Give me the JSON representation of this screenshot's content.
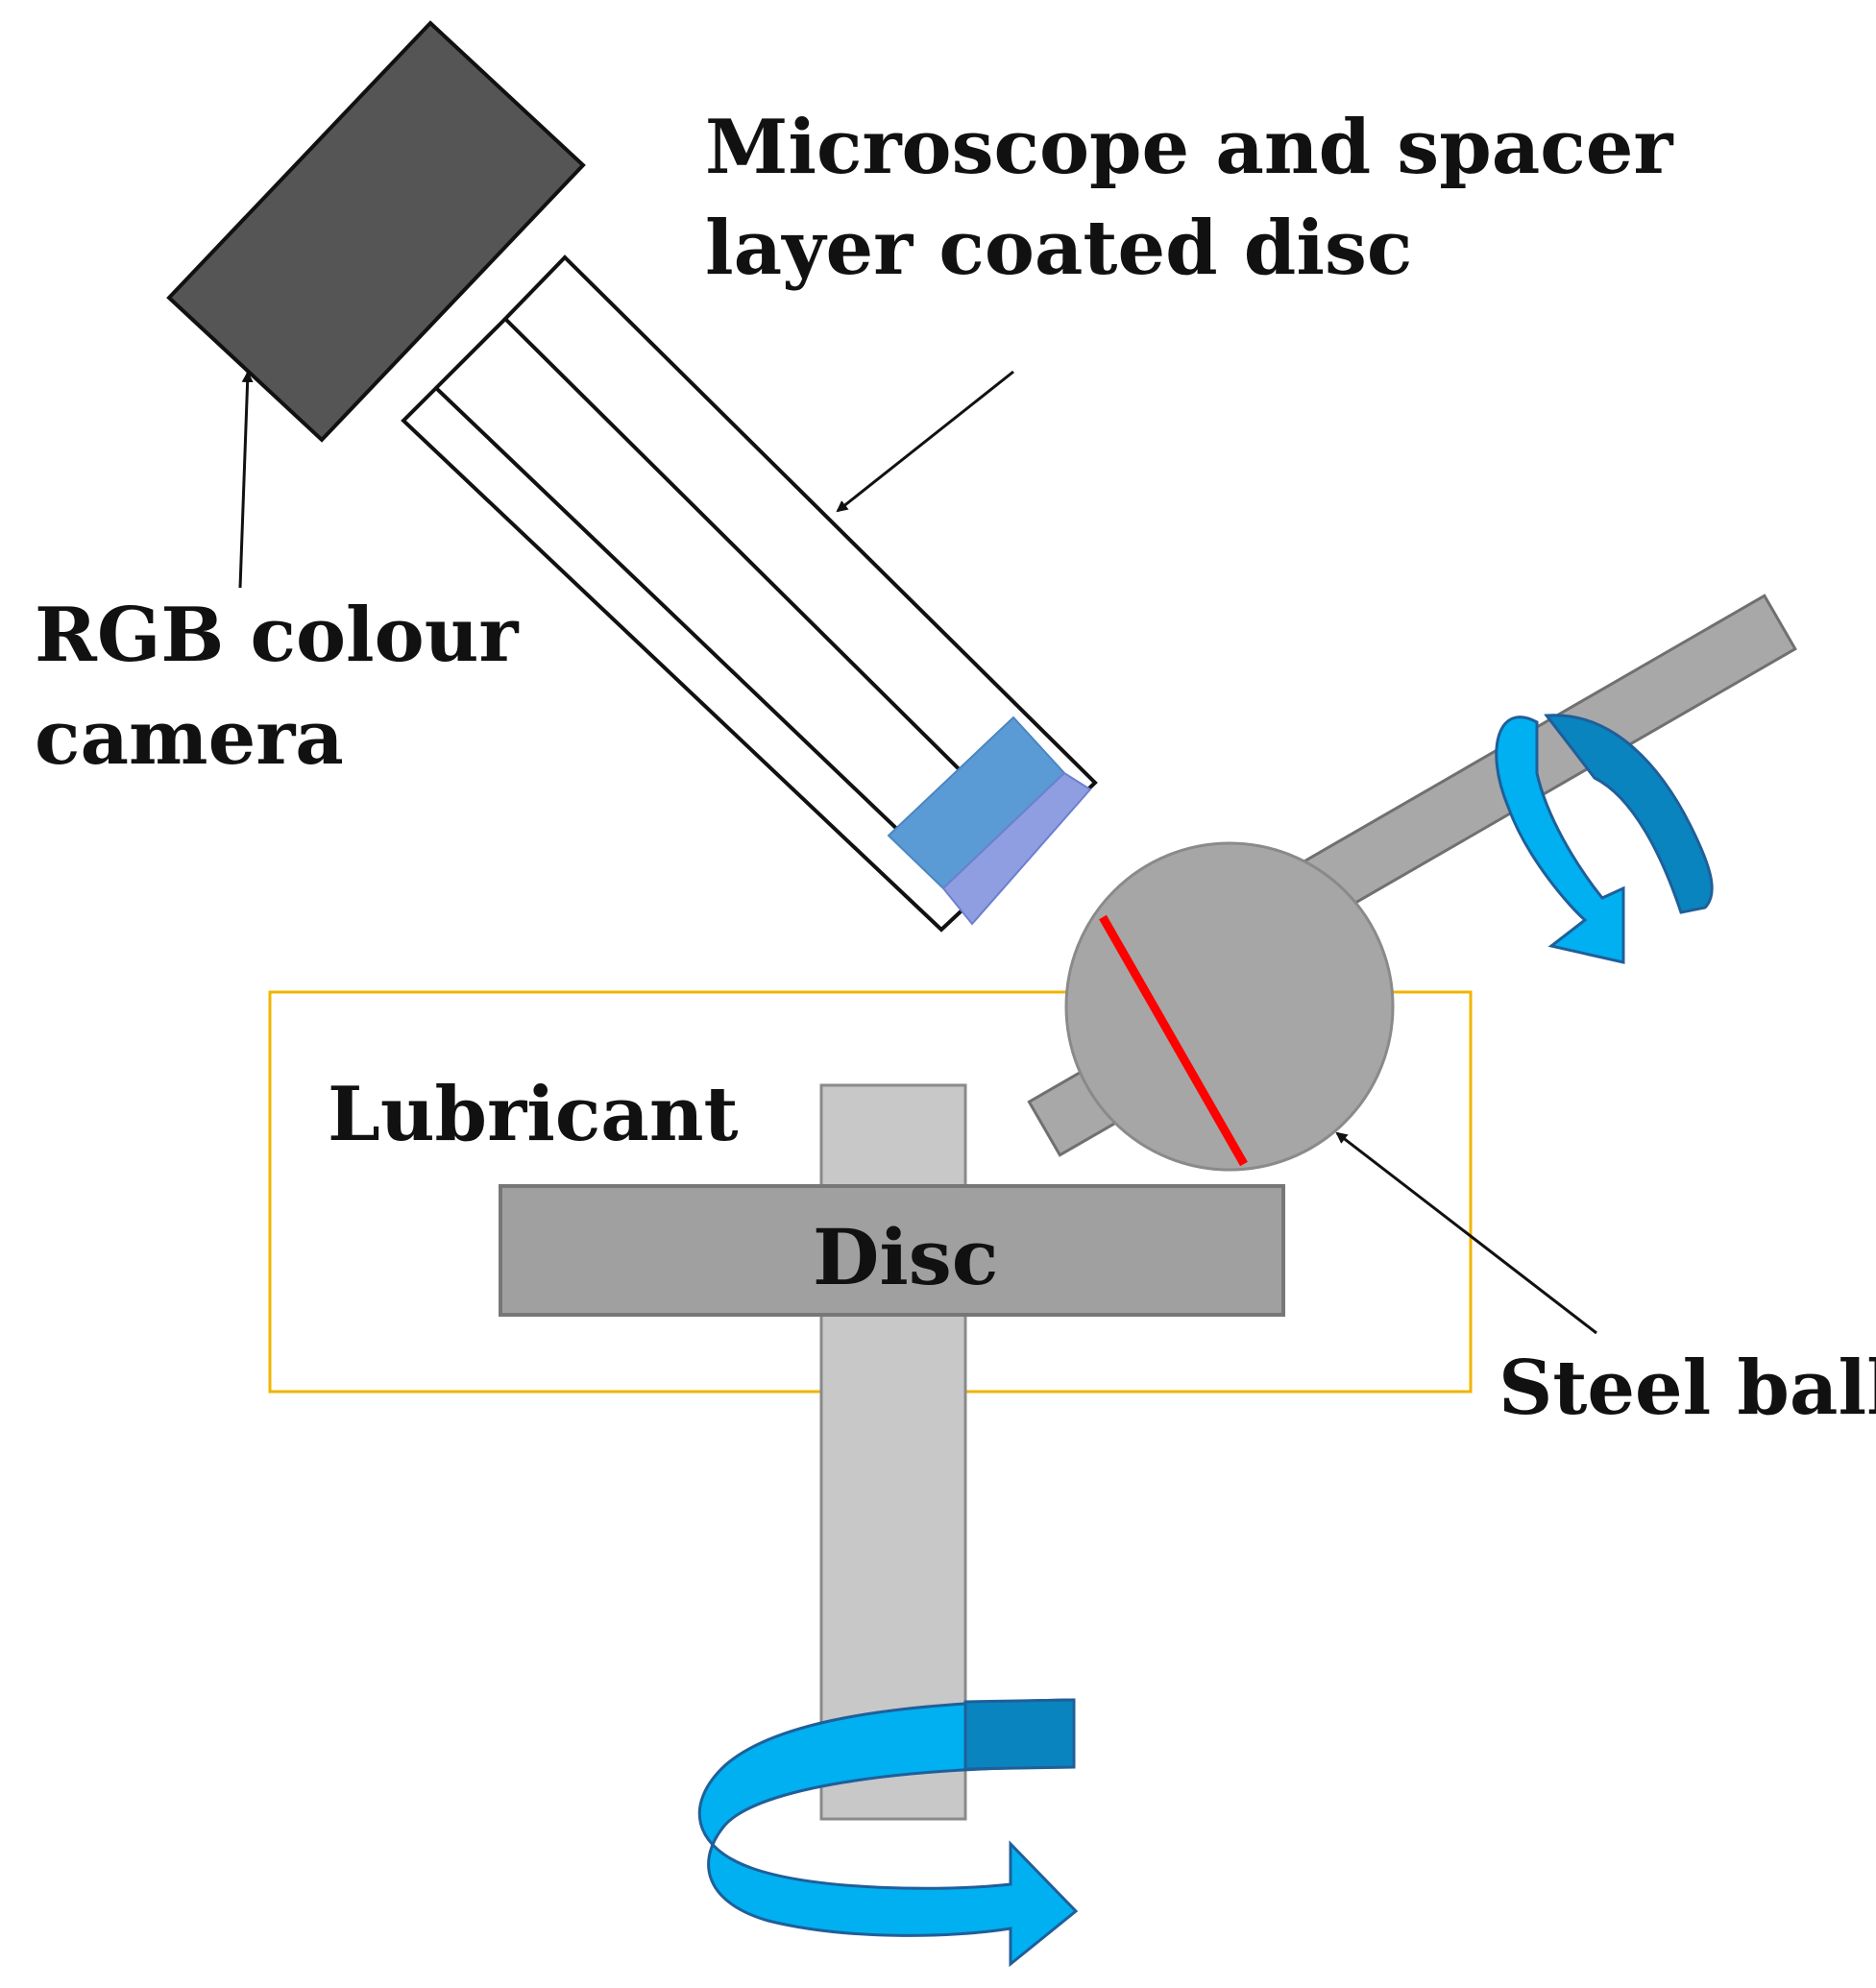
{
  "labels": {
    "microscope_line1": "Microscope and spacer",
    "microscope_line2": "layer coated disc",
    "camera_line1": "RGB colour",
    "camera_line2": "camera",
    "lubricant": "Lubricant",
    "disc": "Disc",
    "steel_ball": "Steel ball"
  },
  "colors": {
    "camera": "#555555",
    "glass": "#5b9bd5",
    "glass_coating": "#8e9ee0",
    "ball": "#a6a6a6",
    "shaft": "#a8a8a8",
    "disc": "#a0a0a0",
    "disc_shaft": "#c8c8c8",
    "lubricant_border": "#f0b400",
    "contact_line": "#ff0000",
    "rotation_arrow_light": "#00b0f0",
    "rotation_arrow_dark": "#0a84be"
  }
}
